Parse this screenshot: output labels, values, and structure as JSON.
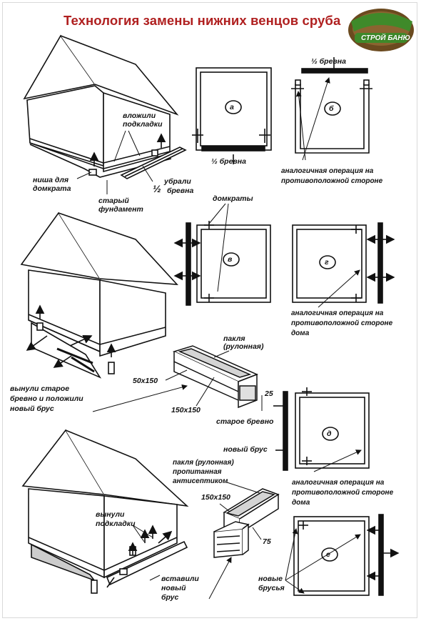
{
  "title": "Технология замены нижних венцов сруба",
  "logo": {
    "text": "СТРОЙ БАНЮ"
  },
  "labels": {
    "podkladki_1": "вложили",
    "podkladki_2": "подкладки",
    "nisha_1": "ниша для",
    "nisha_2": "домкрата",
    "ubrali_1": "убрали",
    "ubrali_2": "бревна",
    "half_1": "½",
    "fund_1": "старый",
    "fund_2": "фундамент",
    "half_top": "½ бревна",
    "half_bottom": "½ бревна",
    "analog_1": "аналогичная операция на",
    "analog_2": "противоположной стороне",
    "domkraty": "домкраты",
    "analog_g1": "аналогичная операция на",
    "analog_g2": "противоположной стороне",
    "analog_g3": "дома",
    "vynuli_1": "вынули старое",
    "vynuli_2": "бревно и положили",
    "vynuli_3": "новый брус",
    "paklya_1": "пакля",
    "paklya_2": "(рулонная)",
    "dim_50": "50х150",
    "dim_150": "150х150",
    "dim_25": "25",
    "staroe": "старое бревно",
    "novyi": "новый брус",
    "analog_d1": "аналогичная операция на",
    "analog_d2": "противоположной стороне",
    "analog_d3": "дома",
    "paklya2_1": "пакля (рулонная)",
    "paklya2_2": "пропитанная",
    "paklya2_3": "антисептиком",
    "dim_150b": "150х150",
    "dim_75": "75",
    "vynuli2_1": "вынули",
    "vynuli2_2": "подкладки",
    "vstavili_1": "вставили",
    "vstavili_2": "новый",
    "vstavili_3": "брус",
    "novye_1": "новые",
    "novye_2": "брусья"
  },
  "panels": {
    "a": "а",
    "b": "б",
    "v": "в",
    "g": "г",
    "d": "д",
    "e": "е"
  }
}
